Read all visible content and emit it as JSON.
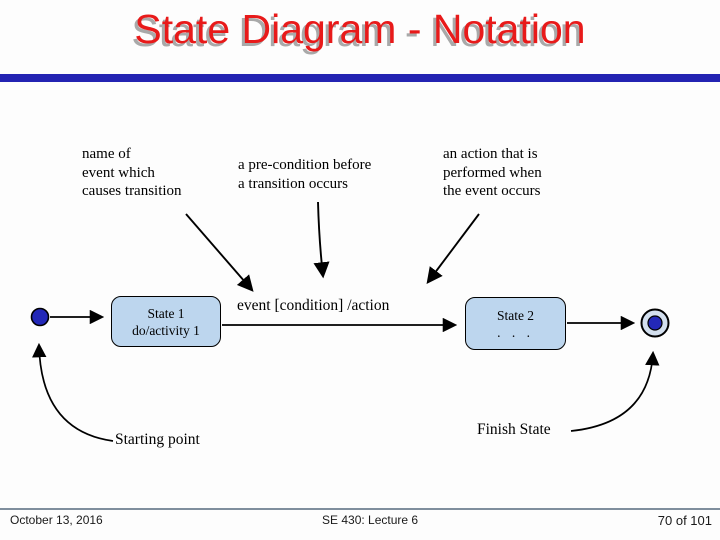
{
  "slide": {
    "title": "State Diagram - Notation",
    "title_color": "#e81a1a",
    "accent_bar_color": "#2323b2",
    "background_color": "#fdfdfd"
  },
  "annotations": {
    "event_note": "name of\nevent which\ncauses transition",
    "condition_note": "a pre-condition before\na transition occurs",
    "action_note": "an action that is\nperformed when\nthe event occurs",
    "starting_point_label": "Starting point",
    "finish_state_label": "Finish State"
  },
  "diagram": {
    "transition_label": "event [condition] /action",
    "state1": {
      "name": "State 1",
      "activity": "do/activity 1"
    },
    "state2": {
      "name": "State 2",
      "activity": ". . ."
    },
    "state_fill_color": "#bdd6ee",
    "state_border_color": "#000000",
    "marker_blue_color": "#2328b8",
    "final_state_ring_color": "#d3dfee"
  },
  "footer": {
    "date": "October 13, 2016",
    "course": "SE 430: Lecture 6",
    "page": "70 of 101",
    "rule_color": "#7f8e9d"
  }
}
